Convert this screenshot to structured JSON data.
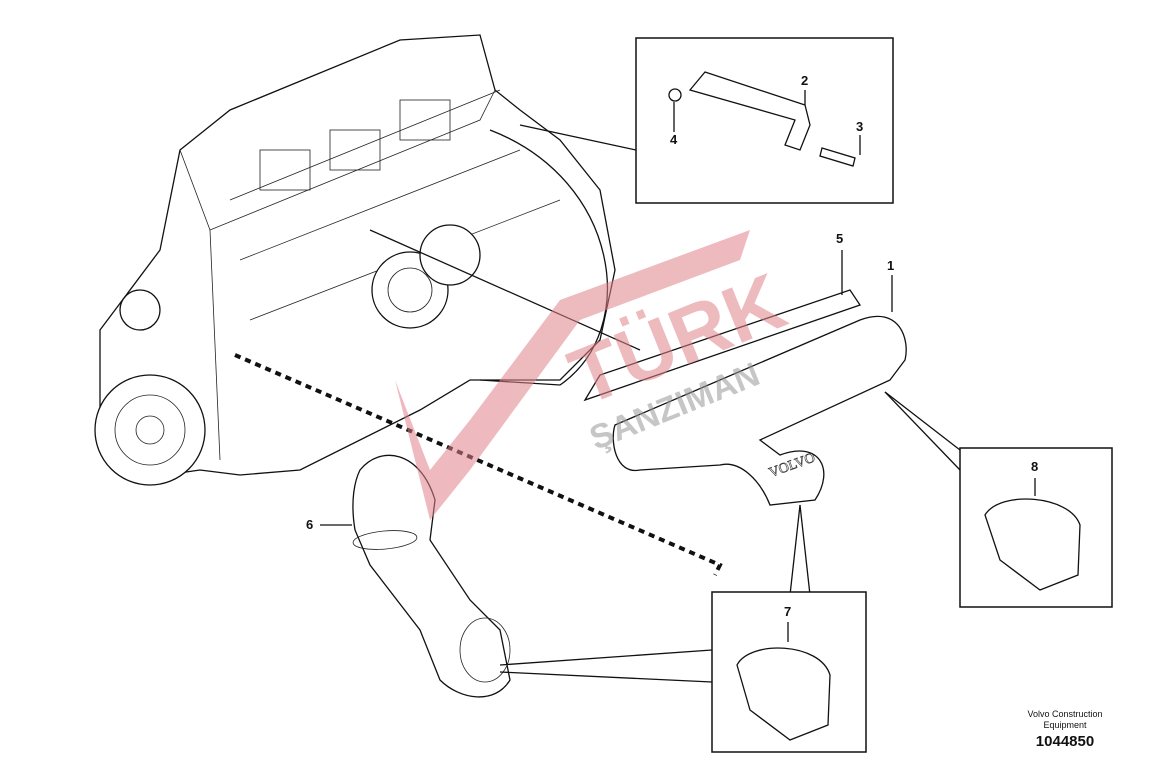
{
  "diagram": {
    "callouts": [
      "1",
      "2",
      "3",
      "4",
      "5",
      "6",
      "7",
      "8"
    ],
    "cover_logo": "VOLVO",
    "watermark": {
      "line1": "TÜRK",
      "line2": "ŞANZIMAN",
      "color": "#e0828a"
    }
  },
  "footer": {
    "brand_line1": "Volvo Construction",
    "brand_line2": "Equipment",
    "drawing_number": "1044850"
  }
}
